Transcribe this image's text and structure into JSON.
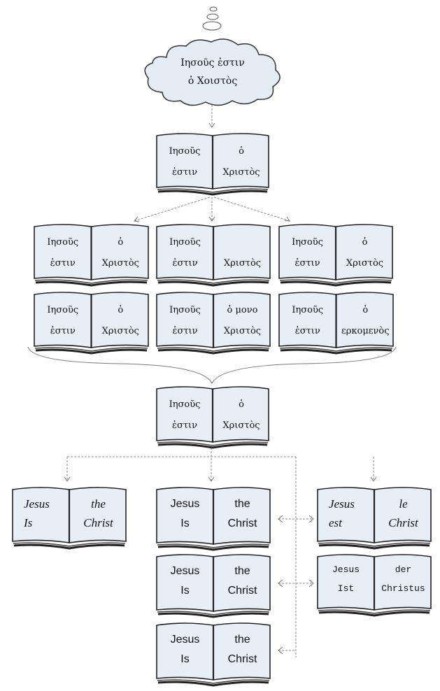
{
  "cloud": {
    "line1": "Ιησοῦς ἐστιν",
    "line2": "ὁ Χοιστὸς"
  },
  "books": {
    "original": {
      "l1": "Ιησοῦς",
      "l2": "ἐστιν",
      "r1": "ὁ",
      "r2": "Χριστὸς"
    },
    "copy_a": {
      "l1": "Ιησοῦς",
      "l2": "ἐστιν",
      "r1": "ὁ",
      "r2": "Χριστὸς"
    },
    "copy_b": {
      "l1": "Ιησοῦς",
      "l2": "ἐστιν",
      "r1": "",
      "r2": "Χριστὸς"
    },
    "copy_c": {
      "l1": "Ιησοῦς",
      "l2": "ἐστιν",
      "r1": "ὁ",
      "r2": "Χριστὸς"
    },
    "copy_d": {
      "l1": "Ιησοῦς",
      "l2": "ἐστιν",
      "r1": "ὁ",
      "r2": "Χριστὸς"
    },
    "copy_e": {
      "l1": "Ιησοῦς",
      "l2": "ἐστιν",
      "r1": "ὁ μονο",
      "r2": "Χριστὸς"
    },
    "copy_f": {
      "l1": "Ιησοῦς",
      "l2": "ἐστιν",
      "r1": "ὁ",
      "r2": "ερκομενὸς"
    },
    "reconstructed": {
      "l1": "Ιησοῦς",
      "l2": "ἐστιν",
      "r1": "ὁ",
      "r2": "Χριστὸς"
    },
    "english_italic": {
      "l1": "Jesus",
      "l2": "Is",
      "r1": "the",
      "r2": "Christ"
    },
    "english_1": {
      "l1": "Jesus",
      "l2": "Is",
      "r1": "the",
      "r2": "Christ"
    },
    "english_2": {
      "l1": "Jesus",
      "l2": "Is",
      "r1": "the",
      "r2": "Christ"
    },
    "english_3": {
      "l1": "Jesus",
      "l2": "Is",
      "r1": "the",
      "r2": "Christ"
    },
    "french": {
      "l1": "Jesus",
      "l2": "est",
      "r1": "le",
      "r2": "Christ"
    },
    "german": {
      "l1": "Jesus",
      "l2": "Ist",
      "r1": "der",
      "r2": "Christus"
    }
  }
}
